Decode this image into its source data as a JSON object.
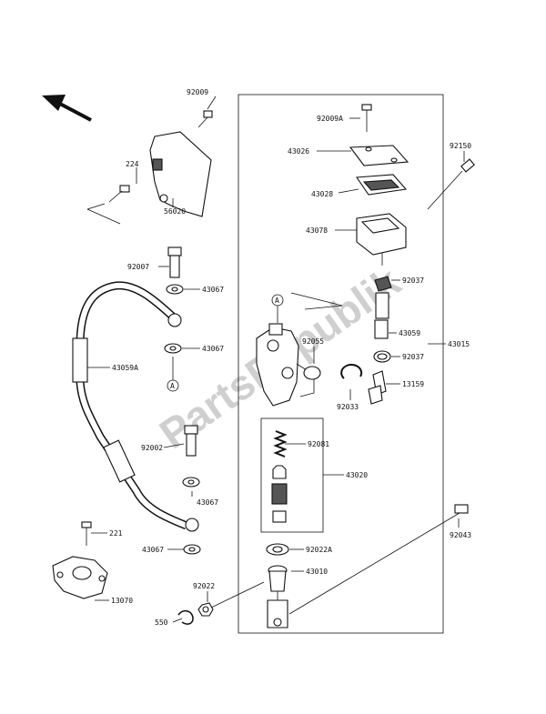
{
  "watermark": "PartsRepublik",
  "labels": {
    "p92009": "92009",
    "p224": "224",
    "p56020": "56020",
    "p92009A": "92009A",
    "p43026": "43026",
    "p43028": "43028",
    "p43078": "43078",
    "p92150": "92150",
    "p92007": "92007",
    "p43067a": "43067",
    "p43067b": "43067",
    "p43059A": "43059A",
    "pA1": "A",
    "pA2": "A",
    "p92037a": "92037",
    "p43059": "43059",
    "p92037b": "92037",
    "p13159": "13159",
    "p43015": "43015",
    "p92055": "92055",
    "p92033": "92033",
    "p92002": "92002",
    "p92081": "92081",
    "p43020": "43020",
    "p43067c": "43067",
    "p43067d": "43067",
    "p221": "221",
    "p13070": "13070",
    "p92022A": "92022A",
    "p92043": "92043",
    "p43010": "43010",
    "p92022": "92022",
    "p550": "550"
  },
  "icons": {
    "direction": "arrow-up-left-icon"
  }
}
